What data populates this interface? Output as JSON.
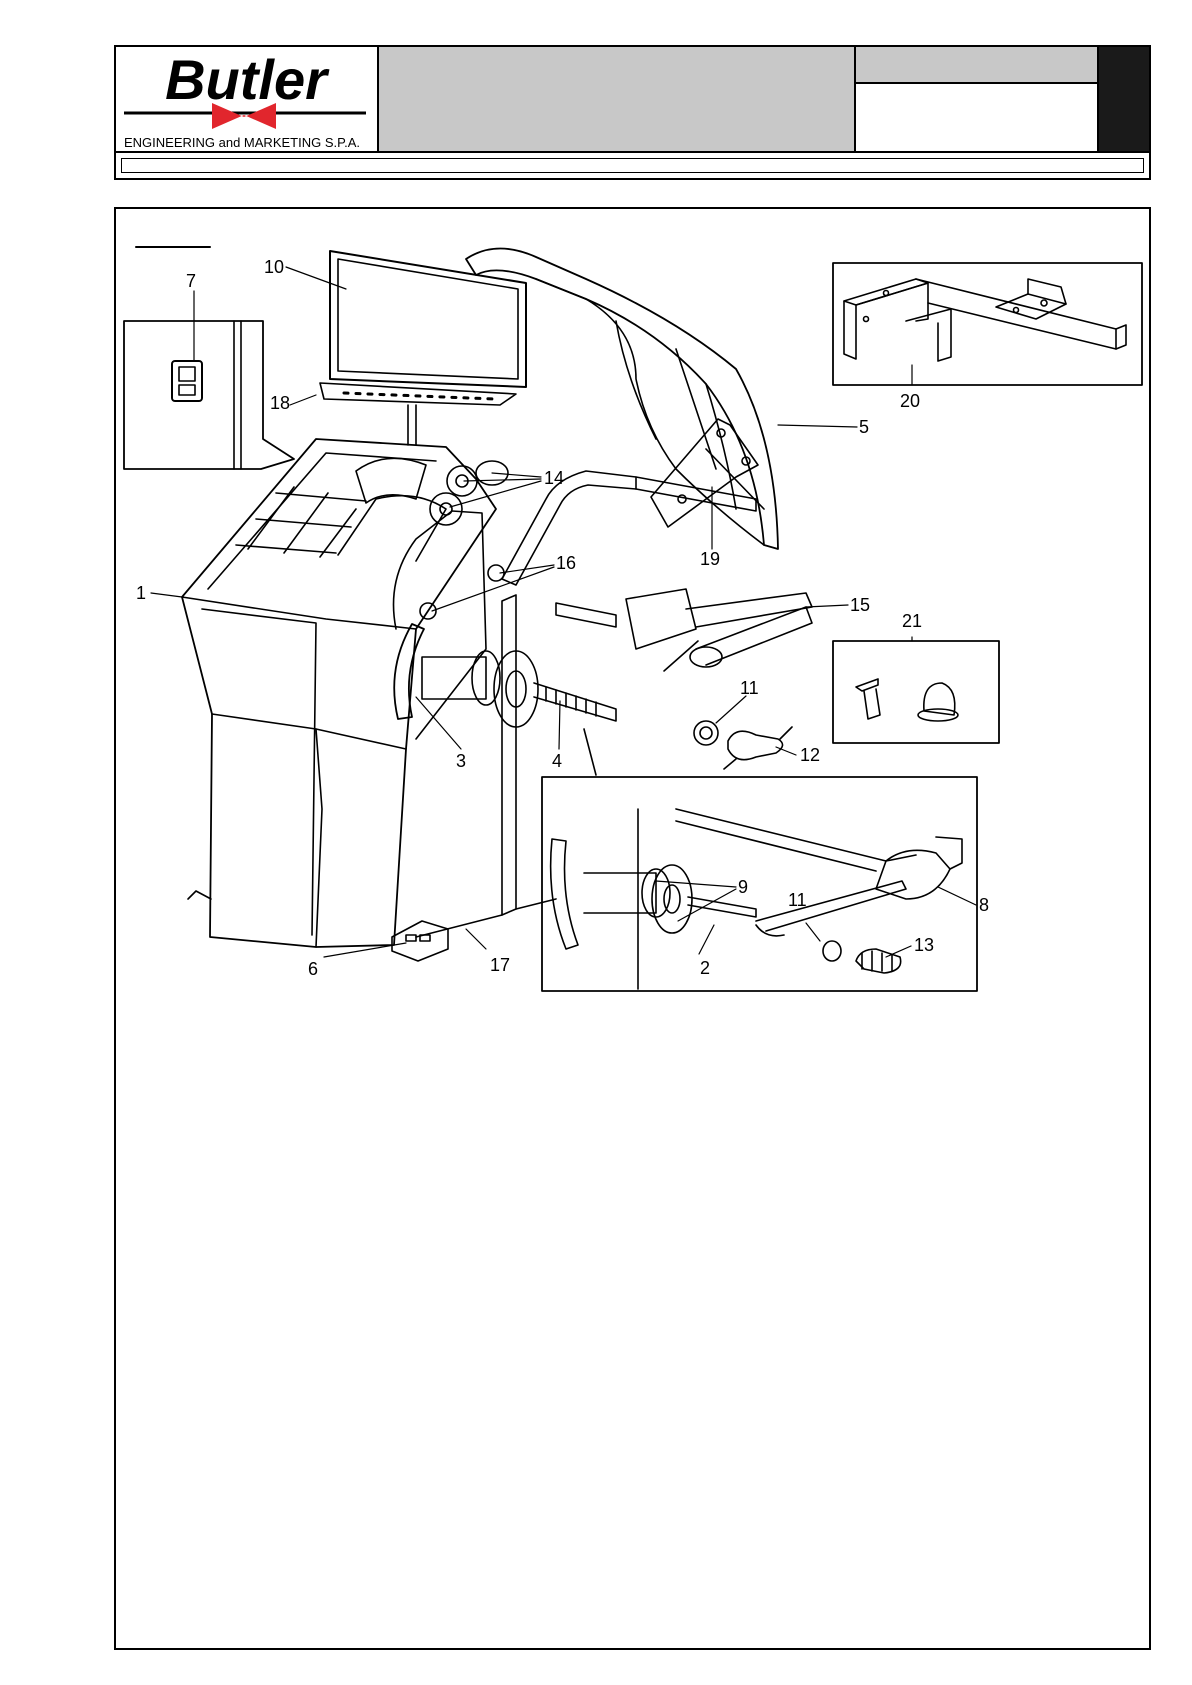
{
  "header": {
    "brand": "Butler",
    "company": "ENGINEERING and MARKETING S.P.A."
  },
  "callouts": {
    "c1": "1",
    "c2": "2",
    "c3": "3",
    "c4": "4",
    "c5": "5",
    "c6": "6",
    "c7": "7",
    "c8": "8",
    "c9": "9",
    "c10": "10",
    "c11a": "11",
    "c11b": "11",
    "c12": "12",
    "c13": "13",
    "c14": "14",
    "c15": "15",
    "c16": "16",
    "c17": "17",
    "c18": "18",
    "c19": "19",
    "c20": "20",
    "c21": "21"
  },
  "colors": {
    "logo_red": "#e1262d",
    "header_grey": "#c8c8c8",
    "tab": "#1a1a1a"
  }
}
